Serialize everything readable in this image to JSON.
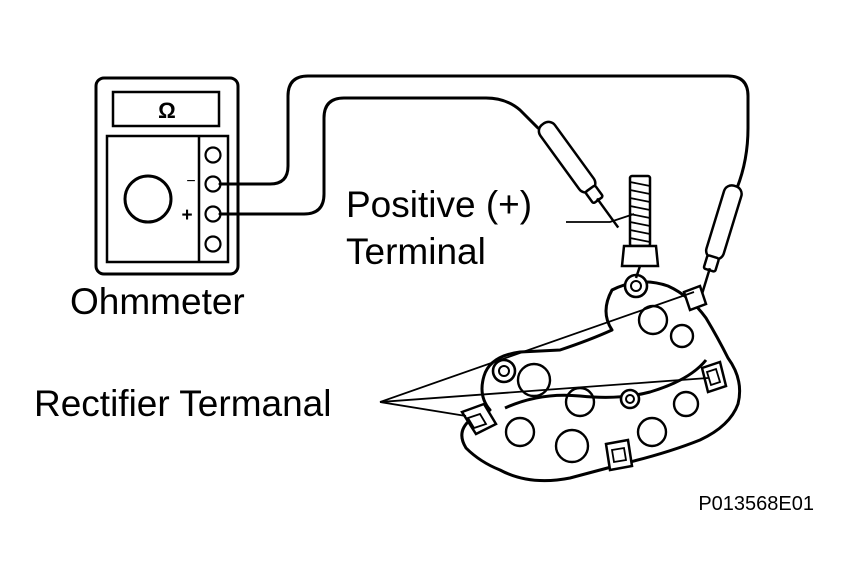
{
  "meter": {
    "display_symbol": "Ω",
    "minus_mark": "−",
    "plus_mark": "+",
    "label": "Ohmmeter"
  },
  "labels": {
    "positive_line1": "Positive (+)",
    "positive_line2": "Terminal",
    "rectifier": "Rectifier Termanal",
    "figure_code": "P013568E01"
  },
  "colors": {
    "ink": "#000000",
    "paper": "#ffffff"
  }
}
